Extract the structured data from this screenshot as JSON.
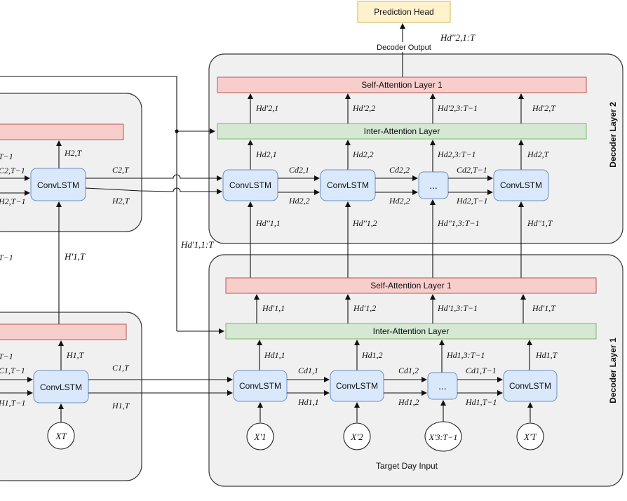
{
  "prediction_head": "Prediction Head",
  "decoder_output": "Decoder Output",
  "hd2_out": "Hd''2,1:T",
  "decoder_layer2": "Decoder Layer 2",
  "decoder_layer1": "Decoder Layer 1",
  "self_attn2": "Self-Attention Layer 1",
  "inter_attn2": "Inter-Attention Layer",
  "self_attn1": "Self-Attention Layer 1",
  "inter_attn1": "Inter-Attention Layer",
  "convlstm": "ConvLSTM",
  "ellipsis": "...",
  "target_day_input": "Target Day Input",
  "hd1_cross": "Hd'1,1:T",
  "encoder": {
    "h2T": "H2,T",
    "c2T": "C2,T",
    "h2T_out": "H2,T",
    "c2Tm1": "C2,T−1",
    "h2Tm1": "H2,T−1",
    "t_m1_a": "T−1",
    "h1Tprime": "H'1,T",
    "t_m1_b": "T−1",
    "h1T": "H1,T",
    "c1T": "C1,T",
    "h1T_out": "H1,T",
    "c1Tm1": "C1,T−1",
    "h1Tm1": "H1,T−1",
    "t_m1_c": "T−1",
    "xT": "XT"
  },
  "layer2": {
    "sa_out": [
      "Hd'2,1",
      "Hd'2,2",
      "Hd'2,3:T−1",
      "Hd'2,T"
    ],
    "ia_in": [
      "Hd2,1",
      "Hd2,2",
      "Hd2,3:T−1",
      "Hd2,T"
    ],
    "cell_c": [
      "Cd2,1",
      "Cd2,2",
      "Cd2,T−1"
    ],
    "cell_h": [
      "Hd2,2",
      "Hd2,2",
      "Hd2,T−1"
    ],
    "inputs": [
      "Hd''1,1",
      "Hd''1,2",
      "Hd''1,3:T−1",
      "Hd''1,T"
    ]
  },
  "layer1": {
    "sa_out": [
      "Hd'1,1",
      "Hd'1,2",
      "Hd'1,3:T−1",
      "Hd'1,T"
    ],
    "ia_in": [
      "Hd1,1",
      "Hd1,2",
      "Hd1,3:T−1",
      "Hd1,T"
    ],
    "cell_c": [
      "Cd1,1",
      "Cd1,2",
      "Cd1,T−1"
    ],
    "cell_h": [
      "Hd1,1",
      "Hd1,2",
      "Hd1,T−1"
    ],
    "inputs": [
      "X'1",
      "X'2",
      "X'3:T−1",
      "X'T"
    ]
  }
}
